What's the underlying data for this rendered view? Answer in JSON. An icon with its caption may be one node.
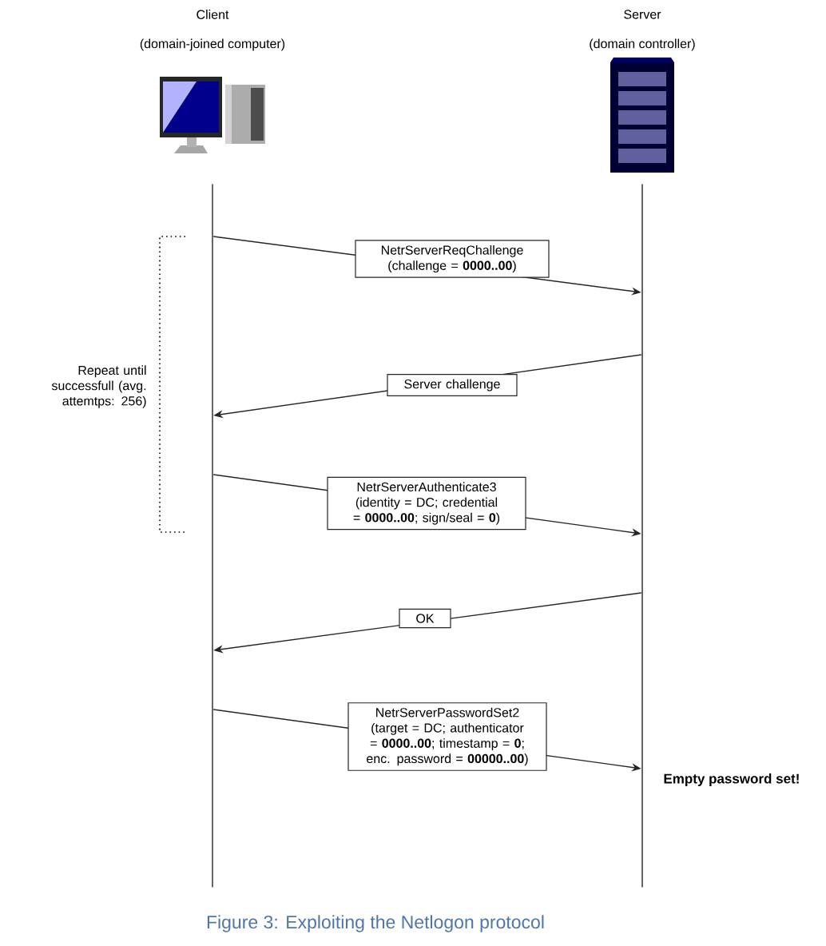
{
  "diagram": {
    "caption": "Figure 3: Exploiting the Netlogon protocol",
    "nodes": [
      {
        "text": [
          "Client",
          "(domain-joined computer)"
        ]
      },
      {
        "text": [
          "Server",
          "(domain controller)"
        ]
      },
      {
        "text": [],
        "shape": "bar"
      },
      {
        "text": [],
        "shape": "bar"
      }
    ],
    "edges": [
      {
        "from": 2,
        "to": 3,
        "arrow": "to",
        "label": "NetrServerReqChallenge (challenge = **0000..00**)"
      },
      {
        "from": 3,
        "to": 2,
        "arrow": "to",
        "label": "Server challenge"
      },
      {
        "from": 2,
        "to": 3,
        "arrow": "to",
        "label": "NetrServerAuthenticate3 (identity = DC; credential = **0000..00**; sign/seal = **0**)"
      },
      {
        "from": 3,
        "to": 2,
        "arrow": "to",
        "label": "OK"
      },
      {
        "from": 2,
        "to": 3,
        "arrow": "to",
        "label": "NetrServerPasswordSet2 (target = DC; authenticator = **0000..00**; timestamp = **0**; enc. password = **00000..00**)"
      }
    ],
    "labels": [
      "Repeat until successfull (avg. attemtps: 256)",
      "Empty password set!"
    ]
  }
}
